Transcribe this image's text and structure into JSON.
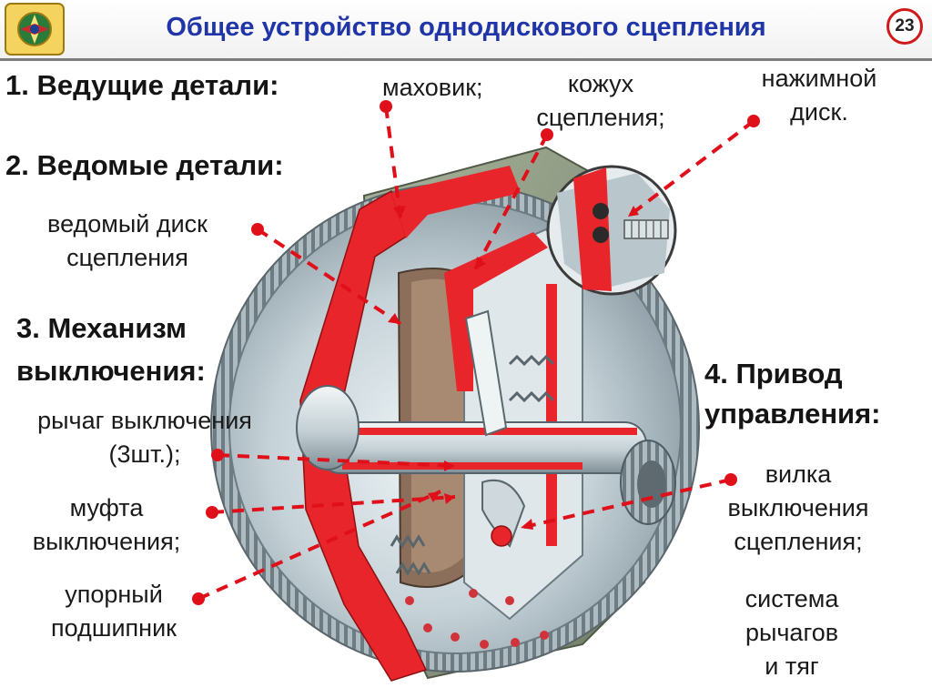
{
  "header": {
    "title": "Общее устройство однодискового сцепления",
    "page_number": "23"
  },
  "sections": {
    "driving": "1. Ведущие детали:",
    "driven": "2. Ведомые детали:",
    "release_1": "3. Механизм",
    "release_2": "выключения:",
    "control_1": "4. Привод",
    "control_2": "управления:"
  },
  "labels": {
    "flywheel": "маховик;",
    "cover_1": "кожух",
    "cover_2": "сцепления;",
    "pressure_1": "нажимной",
    "pressure_2": "диск.",
    "driven_disc_1": "ведомый диск",
    "driven_disc_2": "сцепления",
    "lever_1": "рычаг выключения",
    "lever_2": "(3шт.);",
    "sleeve_1": "муфта",
    "sleeve_2": "выключения;",
    "bearing_1": "упорный",
    "bearing_2": "подшипник",
    "fork_1": "вилка",
    "fork_2": "выключения",
    "fork_3": "сцепления;",
    "rods_1": "система",
    "rods_2": "рычагов",
    "rods_3": "и тяг"
  },
  "colors": {
    "title": "#1f35a8",
    "pointer": "#e0101a",
    "section_cut": "#e8252a",
    "metal": "#b8c6cc",
    "housing": "#8e9a82"
  }
}
